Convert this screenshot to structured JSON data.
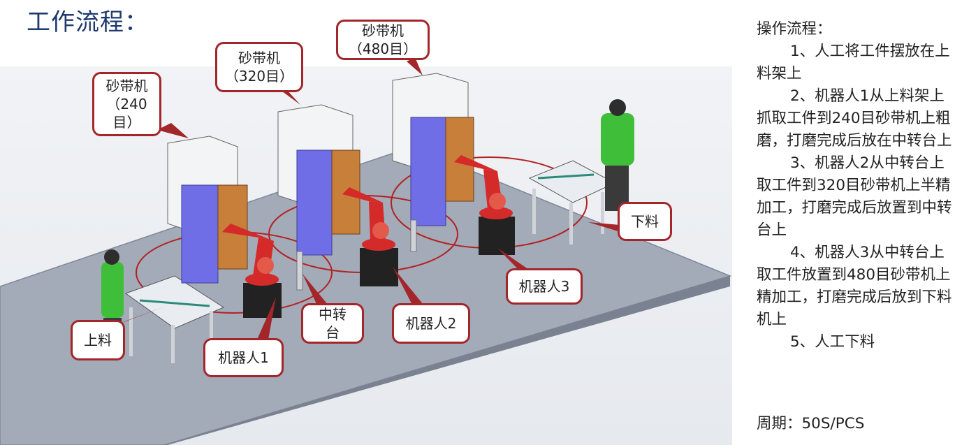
{
  "title": "工作流程：",
  "callouts": {
    "sander_240": "砂带机\n（240\n目）",
    "sander_320": "砂带机\n（320目）",
    "sander_480": "砂带机\n（480目）",
    "loading": "上料",
    "robot1": "机器人1",
    "transfer": "中转\n台",
    "robot2": "机器人2",
    "robot3": "机器人3",
    "unloading": "下料"
  },
  "operation": {
    "heading": "操作流程：",
    "steps": [
      "1、人工将工件摆放在上料架上",
      "2、机器人1从上料架上抓取工件到240目砂带机上粗磨，打磨完成后放在中转台上",
      "3、机器人2从中转台上取工件到320目砂带机上半精加工，打磨完成后放置到中转台上",
      "4、机器人3从中转台上取工件放置到480目砂带机上精加工，打磨完成后放到下料机上",
      "5、人工下料"
    ],
    "cycle": "周期：50S/PCS"
  },
  "colors": {
    "title": "#1f3a6e",
    "callout_border": "#a2262a",
    "robot": "#d42a2a",
    "cabinet": "#6f6ee6",
    "floor": "#a3aab8",
    "worker": "#3fbe3a"
  }
}
